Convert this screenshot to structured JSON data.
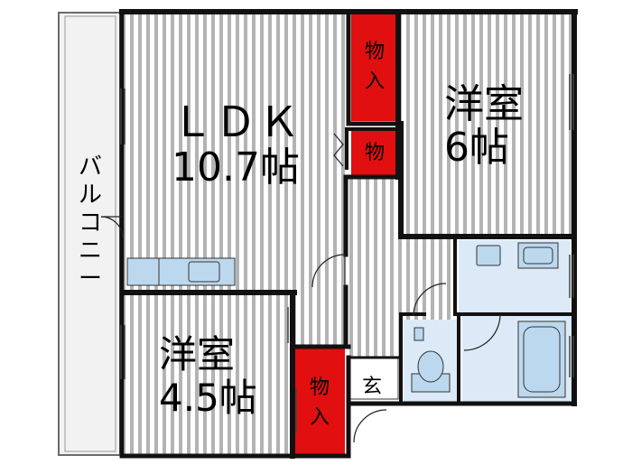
{
  "rooms": {
    "ldk": {
      "line1": "ＬＤＫ",
      "line2": "10.7帖"
    },
    "western_6": {
      "line1": "洋室",
      "line2": "6帖"
    },
    "western_45": {
      "line1": "洋室",
      "line2": "4.5帖"
    }
  },
  "balcony": {
    "chars": [
      "バ",
      "ル",
      "コ",
      "ニ",
      "ー"
    ]
  },
  "storage": {
    "top": [
      "物",
      "入"
    ],
    "middle": "物",
    "bottom": [
      "物",
      "入"
    ]
  },
  "entrance": "玄",
  "colors": {
    "wall": "#111111",
    "floor_stripe": "#a9a9a9",
    "floor_bg": "#ffffff",
    "closet_red": "#e10f0f",
    "wet_area_blue": "#dbeaf6",
    "fixture_blue": "#bcd8ee",
    "balcony_bg": "#f2f2f2"
  }
}
